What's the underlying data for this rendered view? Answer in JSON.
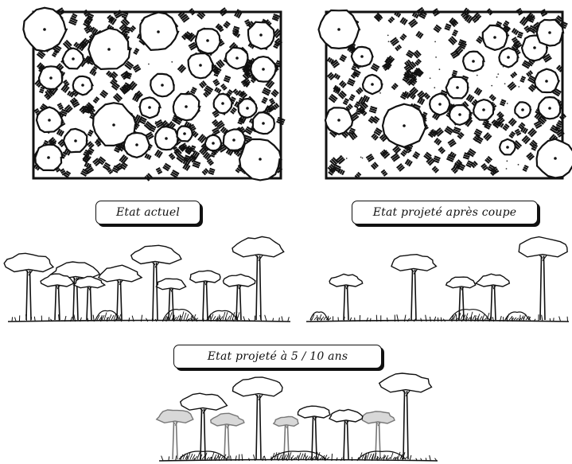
{
  "labels": {
    "current": "Etat actuel",
    "after_cut": "Etat projeté après coupe",
    "future": "Etat projeté à 5 / 10 ans"
  }
}
